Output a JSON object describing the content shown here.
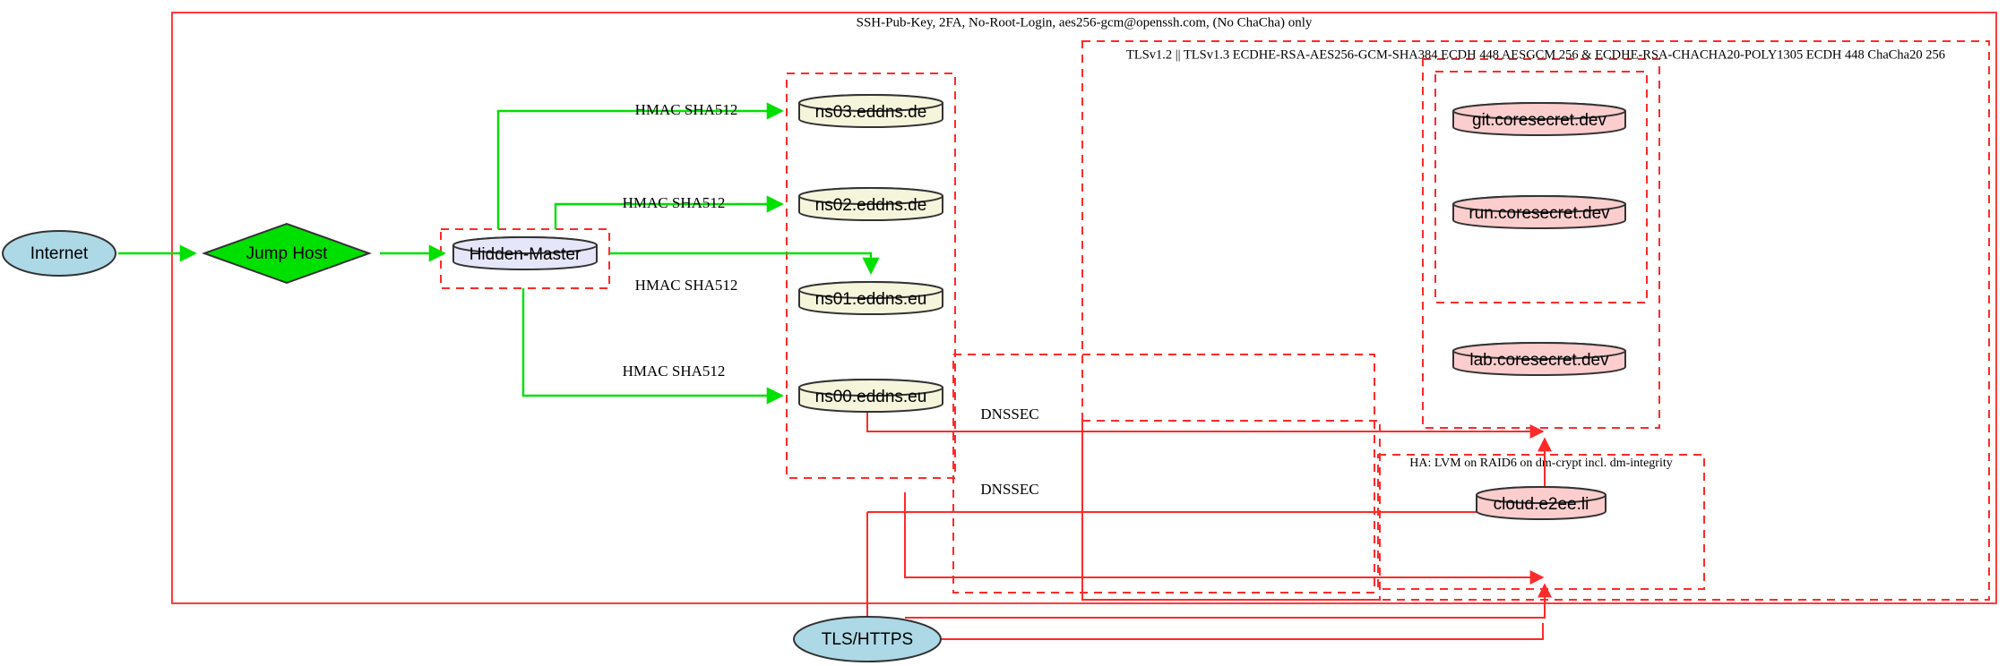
{
  "diagram": {
    "title_label": "SSH-Pub-Key, 2FA, No-Root-Login, aes256-gcm@openssh.com, (No ChaCha) only",
    "tls_cluster_label": "TLSv1.2 || TLSv1.3 ECDHE-RSA-AES256-GCM-SHA384 ECDH 448 AESGCM 256 & ECDHE-RSA-CHACHA20-POLY1305 ECDH 448 ChaCha20 256",
    "ha_cluster_label": "HA: LVM on RAID6 on dm-crypt incl. dm-integrity"
  },
  "nodes": {
    "internet": "Internet",
    "jump_host": "Jump Host",
    "hidden_master": "Hidden-Master",
    "ns03": "ns03.eddns.de",
    "ns02": "ns02.eddns.de",
    "ns01": "ns01.eddns.eu",
    "ns00": "ns00.eddns.eu",
    "git": "git.coresecret.dev",
    "run": "run.coresecret.dev",
    "lab": "lab.coresecret.dev",
    "cloud": "cloud.e2ee.li",
    "tls_https": "TLS/HTTPS"
  },
  "edge_labels": {
    "hmac_ns03": "HMAC SHA512",
    "hmac_ns02": "HMAC SHA512",
    "hmac_ns01": "HMAC SHA512",
    "hmac_ns00": "HMAC SHA512",
    "dnssec_upper": "DNSSEC",
    "dnssec_lower": "DNSSEC"
  },
  "colors": {
    "internet_fill": "#add8e6",
    "jump_host_fill": "#00e000",
    "hidden_master_fill": "#e6e6fa",
    "ns_fill": "#f5f5dc",
    "coresecret_fill": "#fbcdcd",
    "tls_https_fill": "#add8e6",
    "cluster_stroke": "#ff2a2a",
    "green_edge": "#00e000",
    "red_edge": "#ff2a2a",
    "shape_stroke": "#333333"
  }
}
